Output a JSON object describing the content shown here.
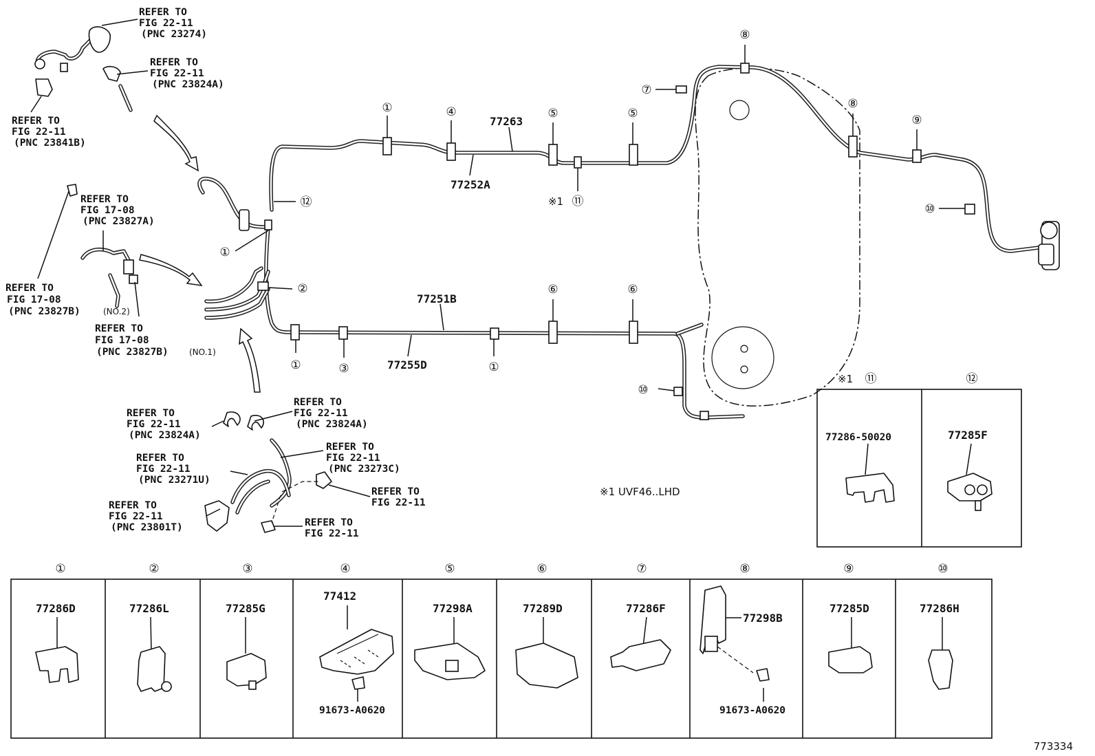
{
  "refs": {
    "r1": {
      "l1": "REFER TO",
      "l2": "FIG 22-11",
      "l3": "(PNC 23274)"
    },
    "r2": {
      "l1": "REFER TO",
      "l2": "FIG 22-11",
      "l3": "(PNC 23824A)"
    },
    "r3": {
      "l1": "REFER TO",
      "l2": "FIG 22-11",
      "l3": "(PNC 23841B)"
    },
    "r4": {
      "l1": "REFER TO",
      "l2": "FIG 17-08",
      "l3": "(PNC 23827A)"
    },
    "r5": {
      "l1": "REFER TO",
      "l2": "FIG 17-08",
      "l3": "(PNC 23827B)",
      "suffix": "(NO.2)"
    },
    "r6": {
      "l1": "REFER TO",
      "l2": "FIG 17-08",
      "l3": "(PNC 23827B)",
      "suffix": "(NO.1)"
    },
    "r7": {
      "l1": "REFER TO",
      "l2": "FIG 22-11",
      "l3": "(PNC 23824A)"
    },
    "r8": {
      "l1": "REFER TO",
      "l2": "FIG 22-11",
      "l3": "(PNC 23824A)"
    },
    "r9": {
      "l1": "REFER TO",
      "l2": "FIG 22-11",
      "l3": "(PNC 23271U)"
    },
    "r10": {
      "l1": "REFER TO",
      "l2": "FIG 22-11",
      "l3": "(PNC 23273C)"
    },
    "r11": {
      "l1": "REFER TO",
      "l2": "FIG 22-11"
    },
    "r12": {
      "l1": "REFER TO",
      "l2": "FIG 22-11",
      "l3": "(PNC 23801T)"
    },
    "r13": {
      "l1": "REFER TO",
      "l2": "FIG 22-11"
    }
  },
  "tubes": {
    "t77263": "77263",
    "t77252A": "77252A",
    "t77251B": "77251B",
    "t77255D": "77255D"
  },
  "callouts": {
    "c1": "①",
    "c2": "②",
    "c3": "③",
    "c4": "④",
    "c5": "⑤",
    "c6": "⑥",
    "c7": "⑦",
    "c8": "⑧",
    "c9": "⑨",
    "c10": "⑩",
    "c11": "⑪",
    "c12": "⑫",
    "star": "※1"
  },
  "note": "※1 UVF46..LHD",
  "side_parts": {
    "p11": {
      "callout_prefix": "※1",
      "callout": "⑪",
      "part": "77286-50020"
    },
    "p12": {
      "callout": "⑫",
      "part": "77285F"
    }
  },
  "parts_table": [
    {
      "callout": "①",
      "part": "77286D"
    },
    {
      "callout": "②",
      "part": "77286L"
    },
    {
      "callout": "③",
      "part": "77285G"
    },
    {
      "callout": "④",
      "part": "77412",
      "bolt": "91673-A0620"
    },
    {
      "callout": "⑤",
      "part": "77298A"
    },
    {
      "callout": "⑥",
      "part": "77289D"
    },
    {
      "callout": "⑦",
      "part": "77286F"
    },
    {
      "callout": "⑧",
      "part": "77298B",
      "bolt": "91673-A0620"
    },
    {
      "callout": "⑨",
      "part": "77285D"
    },
    {
      "callout": "⑩",
      "part": "77286H"
    }
  ],
  "figure_id": "773334"
}
